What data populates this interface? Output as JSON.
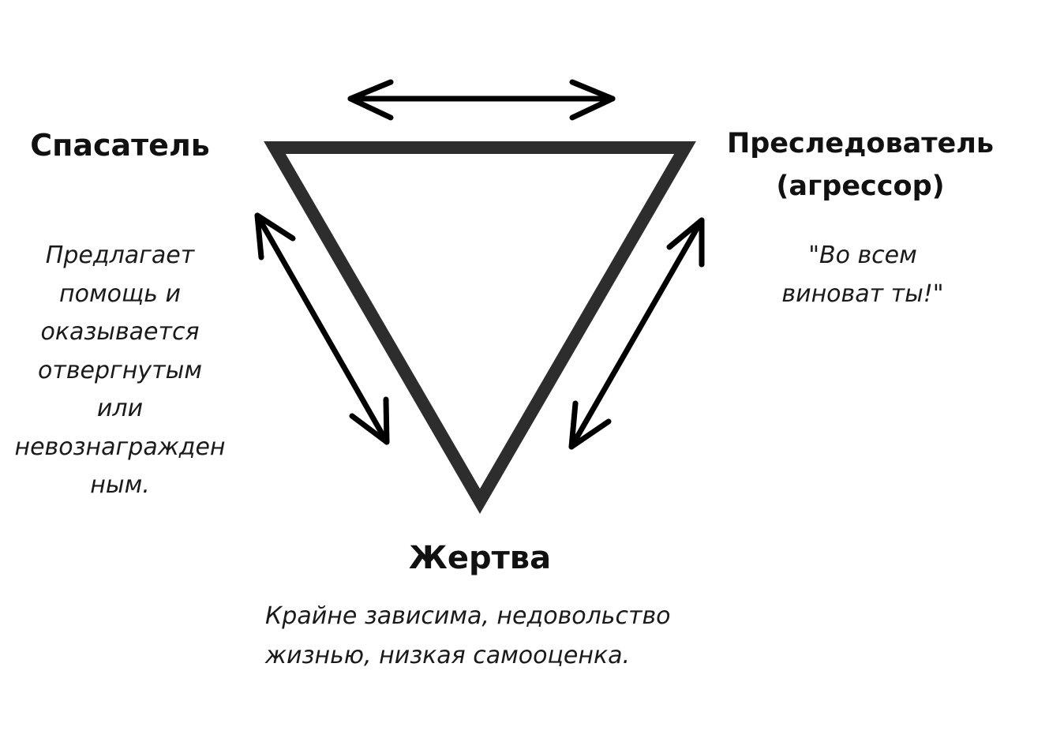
{
  "colors": {
    "triangle": "#2d2d2d",
    "arrows": "#000000",
    "text": "#111111"
  },
  "roles": {
    "rescuer": {
      "title": "Спасатель",
      "description_lines": [
        "Предлагает",
        "помощь и",
        "оказывается",
        "отвергнутым",
        "или",
        "невознагражден",
        "ным."
      ]
    },
    "persecutor": {
      "title_lines": [
        "Преследователь",
        "(агрессор)"
      ],
      "description_lines": [
        "\"Во всем",
        "виноват ты!\""
      ]
    },
    "victim": {
      "title": "Жертва",
      "description_lines": [
        "Крайне зависима, недовольство",
        "жизнью, низкая самооценка."
      ]
    }
  }
}
